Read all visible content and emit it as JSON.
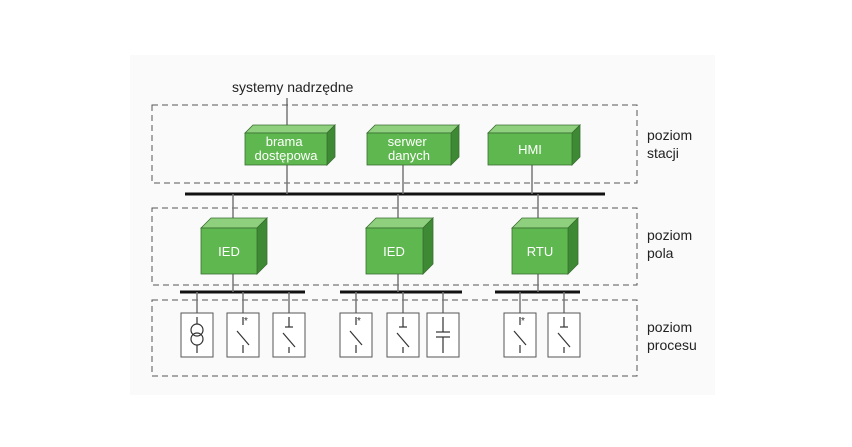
{
  "top_label": "systemy nadrzędne",
  "levels": {
    "station": [
      "poziom",
      "stacji"
    ],
    "bay": [
      "poziom",
      "pola"
    ],
    "process": [
      "poziom",
      "procesu"
    ]
  },
  "station_devices": [
    [
      "brama",
      "dostępowa"
    ],
    [
      "serwer",
      "danych"
    ],
    [
      "HMI"
    ]
  ],
  "bay_devices": [
    "IED",
    "IED",
    "RTU"
  ],
  "process_devices": [
    {
      "type": "transformer"
    },
    {
      "type": "switch-star"
    },
    {
      "type": "switch"
    },
    {
      "type": "switch-star"
    },
    {
      "type": "switch"
    },
    {
      "type": "capacitor"
    },
    {
      "type": "switch-star"
    },
    {
      "type": "switch"
    }
  ],
  "colors": {
    "box_front": "#5fb84f",
    "box_top": "#8fd07e",
    "box_side": "#3e8a34",
    "bus": "#111111",
    "dashed": "#555555",
    "wire": "#777777"
  }
}
